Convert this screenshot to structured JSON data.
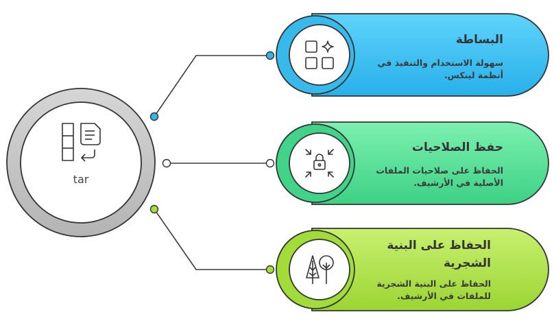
{
  "hub": {
    "label": "tar",
    "icon": "archive-extract-icon"
  },
  "items": [
    {
      "title": "البساطة",
      "description": "سهولة الاستخدام والتنفيذ في أنظمة لينكس.",
      "icon": "apps-grid-sparkle-icon",
      "color": "#3cbff0",
      "dot_color": "#33b6e6"
    },
    {
      "title": "حفظ الصلاحيات",
      "description": "الحفاظ على صلاحيات الملفات الأصلية في الأرشيف.",
      "icon": "lock-compress-icon",
      "color": "#44d98b",
      "dot_color": "#ffffff"
    },
    {
      "title": "الحفاظ على البنية الشجرية",
      "description": "الحفاظ على البنية الشجرية للملفات في الأرشيف.",
      "icon": "trees-icon",
      "color": "#a6df3c",
      "dot_color": "#a6df3c"
    }
  ]
}
